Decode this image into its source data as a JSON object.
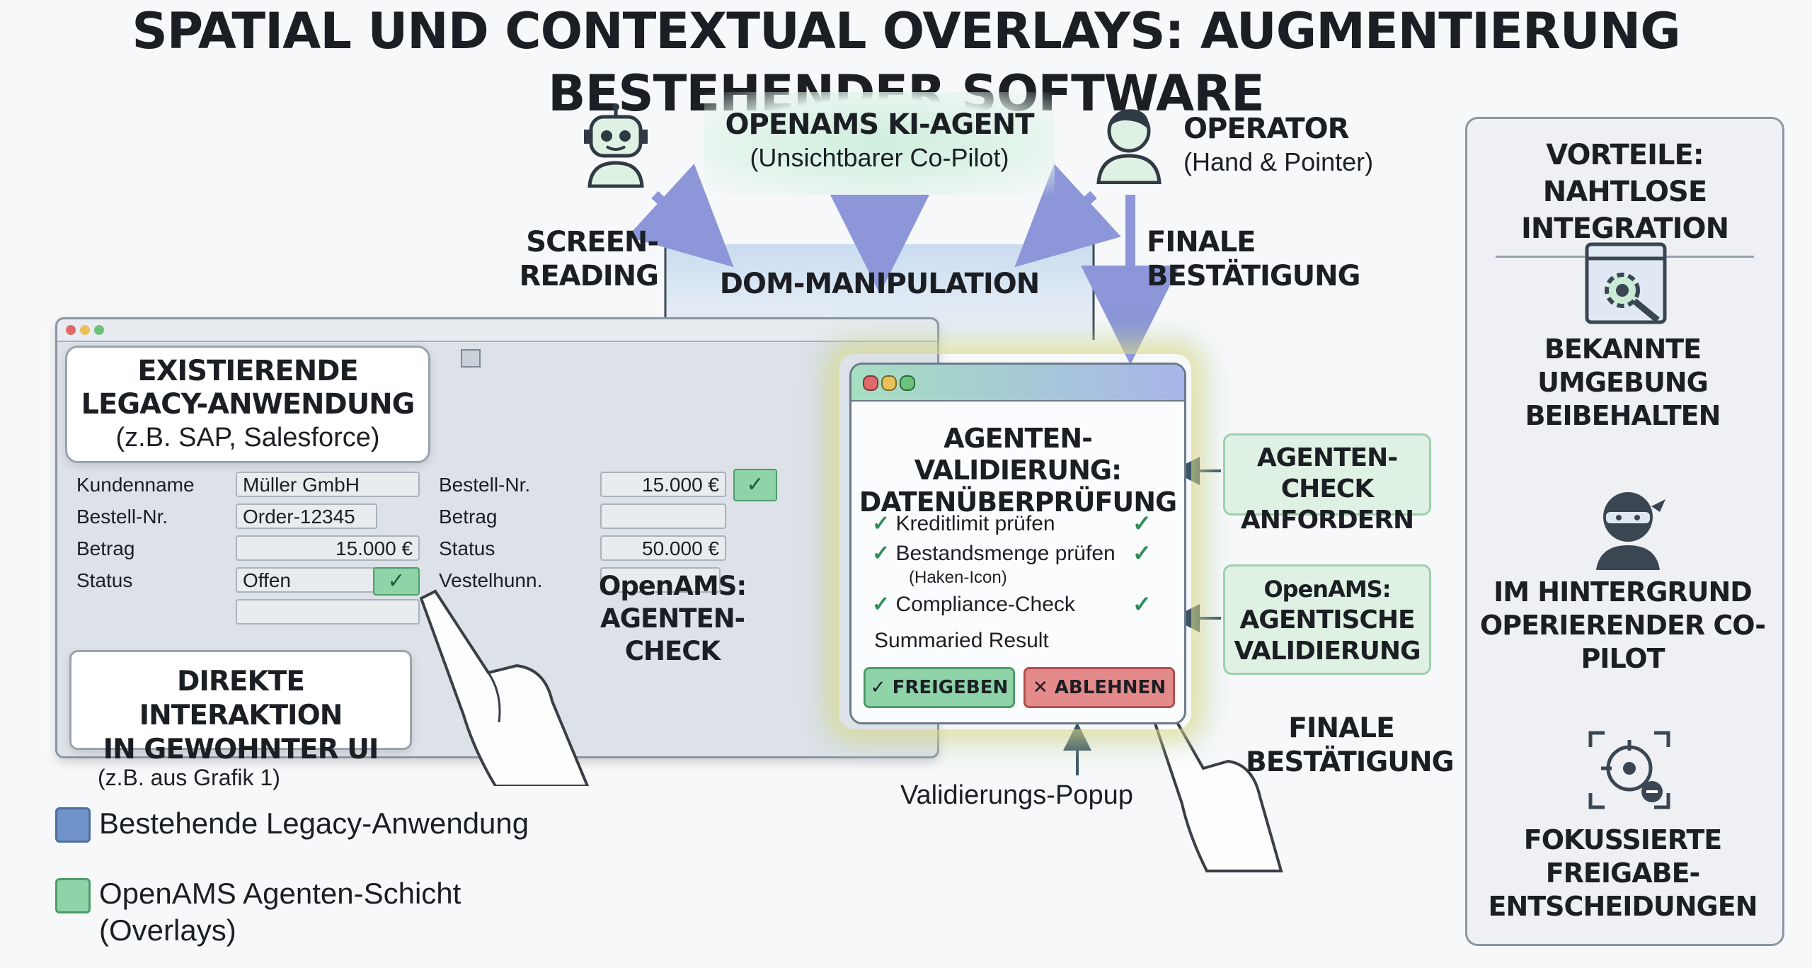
{
  "title": "SPATIAL UND CONTEXTUAL OVERLAYS: AUGMENTIERUNG BESTEHENDER SOFTWARE",
  "agent": {
    "title": "OPENAMS KI-AGENT",
    "subtitle": "(Unsichtbarer Co-Pilot)"
  },
  "operator": {
    "title": "OPERATOR",
    "subtitle": "(Hand & Pointer)"
  },
  "flows": {
    "screen_reading": [
      "SCREEN-",
      "READING"
    ],
    "dom_manipulation": "DOM-MANIPULATION",
    "final_confirmation_top": [
      "FINALE",
      "BESTÄTIGUNG"
    ],
    "final_confirmation_bottom": [
      "FINALE",
      "BESTÄTIGUNG"
    ]
  },
  "legacy": {
    "label": [
      "EXISTIERENDE",
      "LEGACY-ANWENDUNG"
    ],
    "example": "(z.B. SAP, Salesforce)",
    "form_left": [
      {
        "label": "Kundenname",
        "value": "Müller GmbH"
      },
      {
        "label": "Bestell-Nr.",
        "value": "Order-12345"
      },
      {
        "label": "Betrag",
        "value": "15.000 €"
      },
      {
        "label": "Status",
        "value": "Offen"
      }
    ],
    "form_right": [
      {
        "label": "Bestell-Nr.",
        "value": "15.000 €"
      },
      {
        "label": "Betrag",
        "value": ""
      },
      {
        "label": "Status",
        "value": "50.000 €"
      },
      {
        "label": "Vestelhunn.",
        "value": ""
      }
    ],
    "agent_check": [
      "OpenAMS:",
      "AGENTEN-CHECK"
    ],
    "interaction": [
      "DIREKTE INTERAKTION",
      "IN GEWOHNTER UI"
    ],
    "source_note": "(z.B. aus Grafik 1)"
  },
  "popup": {
    "title": [
      "AGENTEN-VALIDIERUNG:",
      "DATENÜBERPRÜFUNG"
    ],
    "items": [
      "Kreditlimit prüfen",
      "Bestandsmenge prüfen",
      "Compliance-Check"
    ],
    "item_note": "(Haken-Icon)",
    "summary": "Summaried Result",
    "approve": "FREIGEBEN",
    "reject": "ABLEHNEN",
    "caption": "Validierungs-Popup"
  },
  "side_labels": {
    "request": [
      "AGENTEN-CHECK",
      "ANFORDERN"
    ],
    "validation": [
      "OpenAMS:",
      "AGENTISCHE",
      "VALIDIERUNG"
    ]
  },
  "legend": [
    {
      "label": "Bestehende Legacy-Anwendung",
      "color": "#6f93c9"
    },
    {
      "label": "OpenAMS Agenten-Schicht",
      "label2": "(Overlays)",
      "color": "#8fd3a8"
    }
  ],
  "benefits": {
    "title": [
      "VORTEILE: NAHTLOSE",
      "INTEGRATION"
    ],
    "items": [
      {
        "icon": "window-gear-icon",
        "text": [
          "BEKANNTE UMGEBUNG",
          "BEIBEHALTEN"
        ]
      },
      {
        "icon": "ninja-icon",
        "text": [
          "IM HINTERGRUND",
          "OPERIERENDER CO-PILOT"
        ]
      },
      {
        "icon": "focus-target-icon",
        "text": [
          "FOKUSSIERTE FREIGABE-",
          "ENTSCHEIDUNGEN"
        ]
      }
    ]
  },
  "colors": {
    "green": "#dff1e2",
    "blue": "#6f93c9",
    "red": "#e58a8a"
  }
}
